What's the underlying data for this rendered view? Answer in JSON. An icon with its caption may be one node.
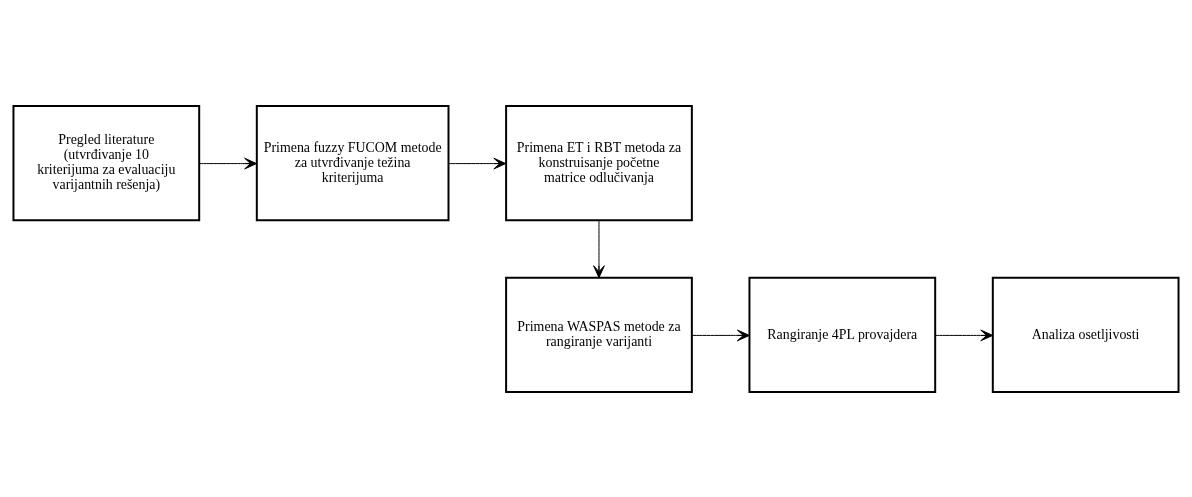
{
  "diagram": {
    "nodes": [
      {
        "text": [
          "Pregled literature (utvrđivanje 10 kriterijuma za evaluaciju varijantnih rešenja)"
        ]
      },
      {
        "text": [
          "Primena fuzzy FUCOM metode za utvrđivanje težina kriterijuma"
        ]
      },
      {
        "text": [
          "Primena ET i RBT metoda za konstruisanje početne matrice odlučivanja"
        ]
      },
      {
        "text": [
          "Primena WASPAS metode za rangiranje varijanti"
        ]
      },
      {
        "text": [
          "Rangiranje 4PL provajdera"
        ]
      },
      {
        "text": [
          "Analiza osetljivosti"
        ]
      }
    ],
    "edges": [
      {
        "from": 0,
        "to": 1,
        "arrow": "to"
      },
      {
        "from": 1,
        "to": 2,
        "arrow": "to"
      },
      {
        "from": 2,
        "to": 3,
        "arrow": "to"
      },
      {
        "from": 3,
        "to": 4,
        "arrow": "to"
      },
      {
        "from": 4,
        "to": 5,
        "arrow": "to"
      }
    ]
  }
}
